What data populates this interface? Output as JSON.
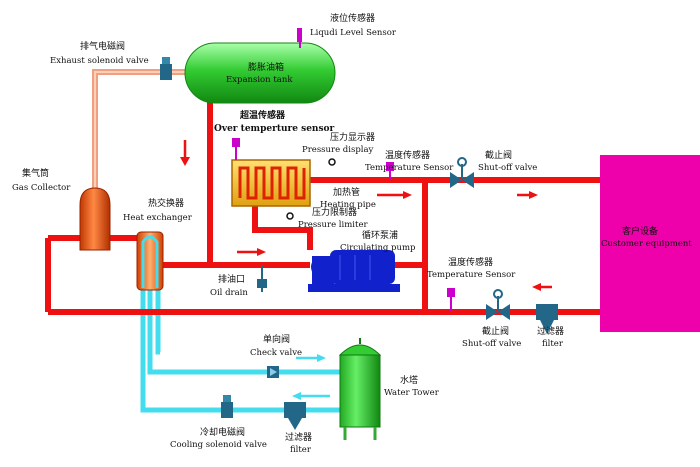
{
  "labels": {
    "liquid_level_cn": "液位传感器",
    "liquid_level_en": "Liqudi Level Sensor",
    "exhaust_valve_cn": "排气电磁阀",
    "exhaust_valve_en": "Exhaust solenoid valve",
    "expansion_tank_cn": "膨胀油箱",
    "expansion_tank_en": "Expansion tank",
    "over_temp_cn": "超温传感器",
    "over_temp_en": "Over temperture sensor",
    "pressure_display_cn": "压力显示器",
    "pressure_display_en": "Pressure display",
    "temp_sensor_top_cn": "温度传感器",
    "temp_sensor_top_en": "Temperature Sensor",
    "shutoff_top_cn": "截止阀",
    "shutoff_top_en": "Shut-off valve",
    "gas_collector_cn": "集气筒",
    "gas_collector_en": "Gas Collector",
    "heat_exchanger_cn": "热交换器",
    "heat_exchanger_en": "Heat exchanger",
    "heating_pipe_cn": "加热管",
    "heating_pipe_en": "Heating pipe",
    "pressure_limiter_cn": "压力限制器",
    "pressure_limiter_en": "Pressure limiter",
    "circ_pump_cn": "循环泵浦",
    "circ_pump_en": "Circulating pump",
    "customer_cn": "客户设备",
    "customer_en": "Customer equipment",
    "oil_drain_cn": "排油口",
    "oil_drain_en": "Oil drain",
    "temp_sensor_bottom_cn": "温度传感器",
    "temp_sensor_bottom_en": "Temperature Sensor",
    "shutoff_bottom_cn": "截止阀",
    "shutoff_bottom_en": "Shut-off valve",
    "filter_right_cn": "过滤器",
    "filter_right_en": "filter",
    "check_valve_cn": "单向阀",
    "check_valve_en": "Check valve",
    "water_tower_cn": "水塔",
    "water_tower_en": "Water Tower",
    "cooling_valve_cn": "冷却电磁阀",
    "cooling_valve_en": "Cooling solenoid valve",
    "filter_bottom_cn": "过滤器",
    "filter_bottom_en": "filter"
  },
  "colors": {
    "oil_pipe": "#ee1111",
    "exhaust_pipe": "#f0a080",
    "water_pipe": "#44ddee",
    "tank_fill": "#33cc33",
    "pump": "#1122cc",
    "customer_fill": "#ee00aa",
    "sensor": "#cc00cc",
    "valve": "#226688",
    "heater_fill": "#f0c020",
    "collector_fill": "#e65500",
    "tower_fill": "#33cc33"
  }
}
